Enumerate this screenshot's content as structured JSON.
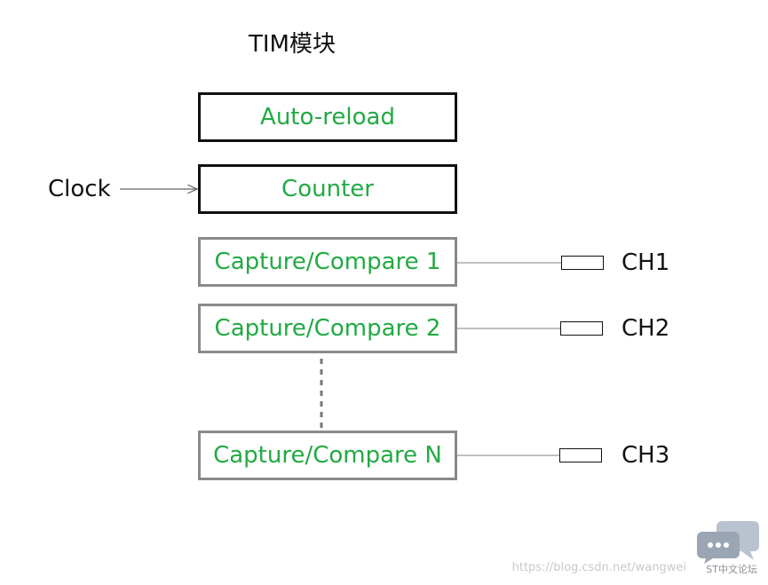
{
  "title": "TIM模块",
  "input": {
    "label": "Clock"
  },
  "blocks": [
    {
      "label": "Auto-reload"
    },
    {
      "label": "Counter"
    },
    {
      "label": "Capture/Compare 1"
    },
    {
      "label": "Capture/Compare 2"
    },
    {
      "label": "Capture/Compare N"
    }
  ],
  "channels": [
    {
      "label": "CH1"
    },
    {
      "label": "CH2"
    },
    {
      "label": "CH3"
    }
  ],
  "colors": {
    "block_text": "#22aa44",
    "core_border": "#111111",
    "cc_border": "#8a8a8a",
    "connector": "#999999"
  },
  "watermark": {
    "url": "https://blog.csdn.net/wangwei",
    "brand": "ST中文论坛"
  }
}
